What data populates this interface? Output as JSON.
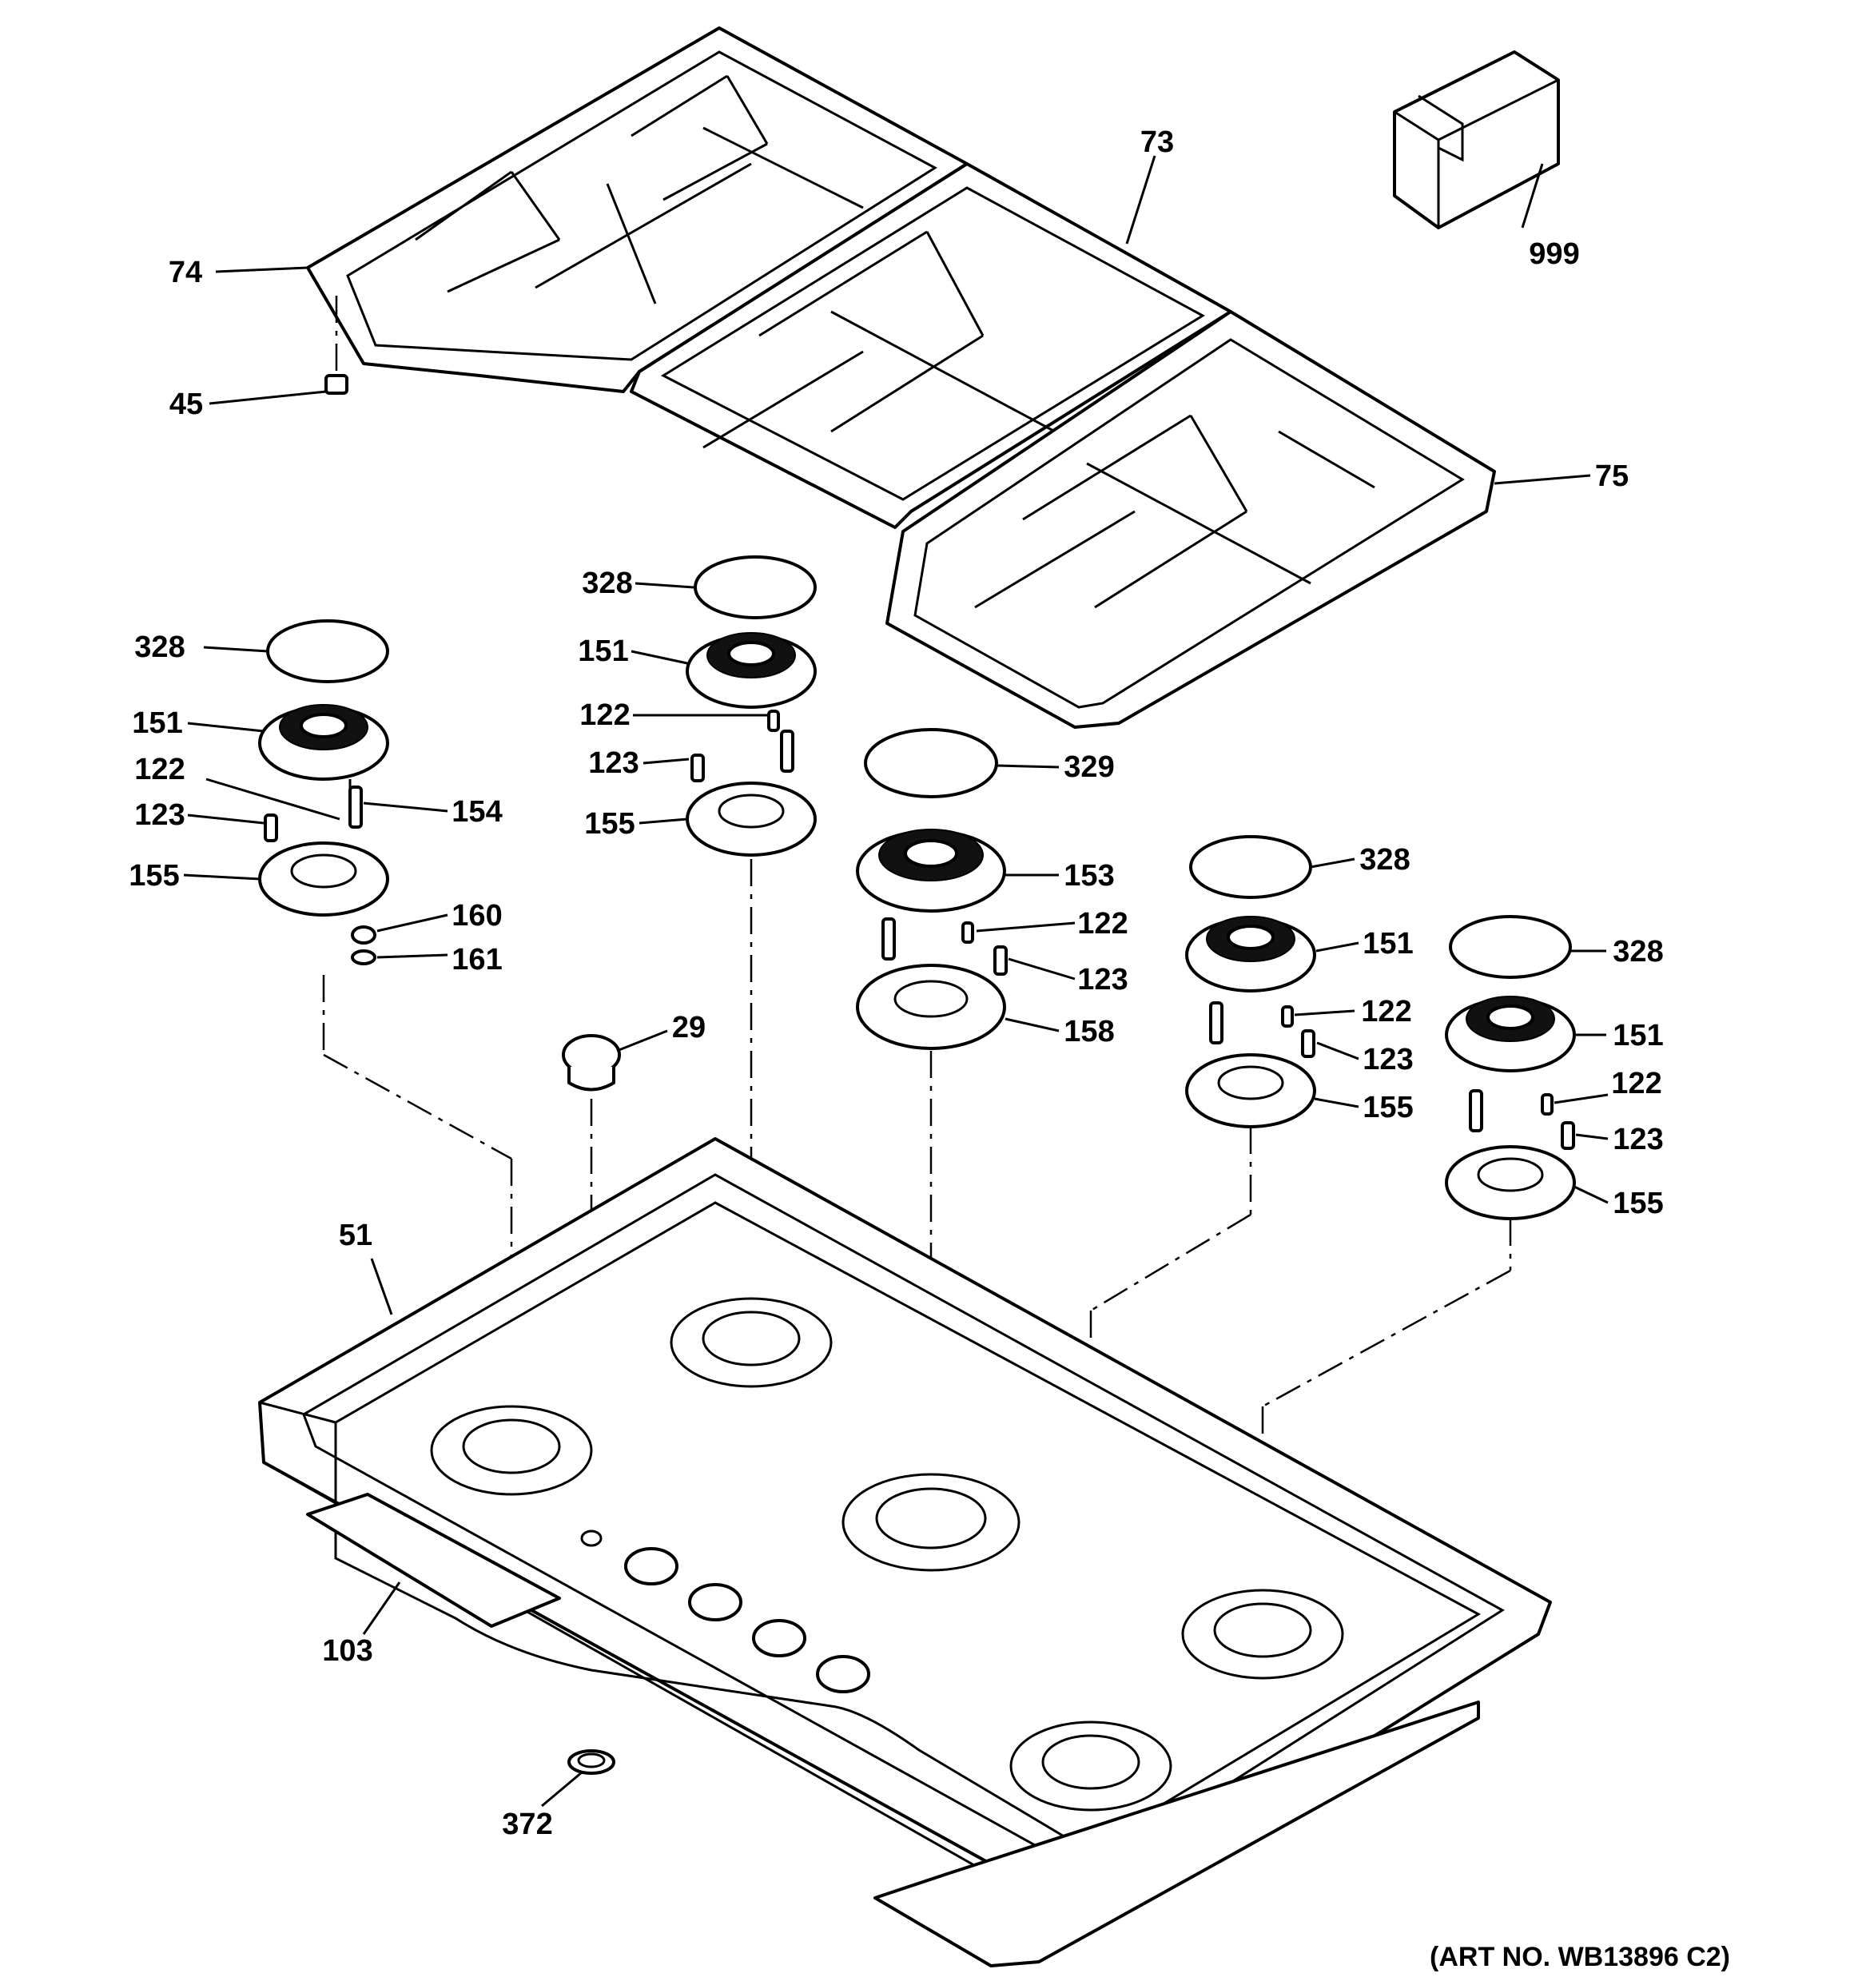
{
  "callouts": {
    "c73": "73",
    "c999": "999",
    "c74": "74",
    "c45": "45",
    "c75": "75",
    "c328_left": "328",
    "c151_left": "151",
    "c122_left": "122",
    "c154": "154",
    "c123_left": "123",
    "c155_left": "155",
    "c160": "160",
    "c161": "161",
    "c328_mid": "328",
    "c151_mid": "151",
    "c122_mid": "122",
    "c123_mid": "123",
    "c155_mid": "155",
    "c329": "329",
    "c153": "153",
    "c122_center": "122",
    "c123_center": "123",
    "c158": "158",
    "c328_r1": "328",
    "c151_r1": "151",
    "c122_r1": "122",
    "c123_r1": "123",
    "c155_r1": "155",
    "c328_r2": "328",
    "c151_r2": "151",
    "c122_r2": "122",
    "c123_r2": "123",
    "c155_r2": "155",
    "c29": "29",
    "c51": "51",
    "c103": "103",
    "c372": "372"
  },
  "art_number": "(ART NO. WB13896 C2)"
}
